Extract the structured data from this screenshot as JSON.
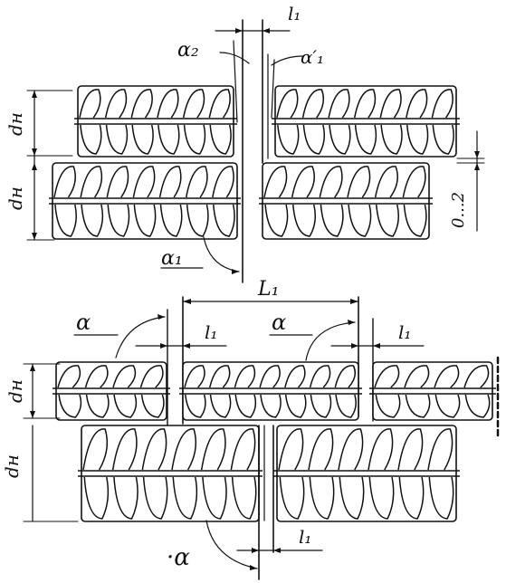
{
  "labels": {
    "l1_top": "l₁",
    "alpha2": "α₂",
    "alpha1_prime": "α′₁",
    "dn_top": "dн",
    "dn_top2": "dн",
    "alpha1": "α₁",
    "gap_0_2": "0...2",
    "L1_mid": "L₁",
    "alpha_left": "α",
    "l1_left": "l₁",
    "alpha_mid": "α",
    "l1_right": "l₁",
    "dn_bottom": "dн",
    "dn_bottom2": "dн",
    "alpha_bottom": "·α",
    "l1_bottom": "l₁"
  }
}
